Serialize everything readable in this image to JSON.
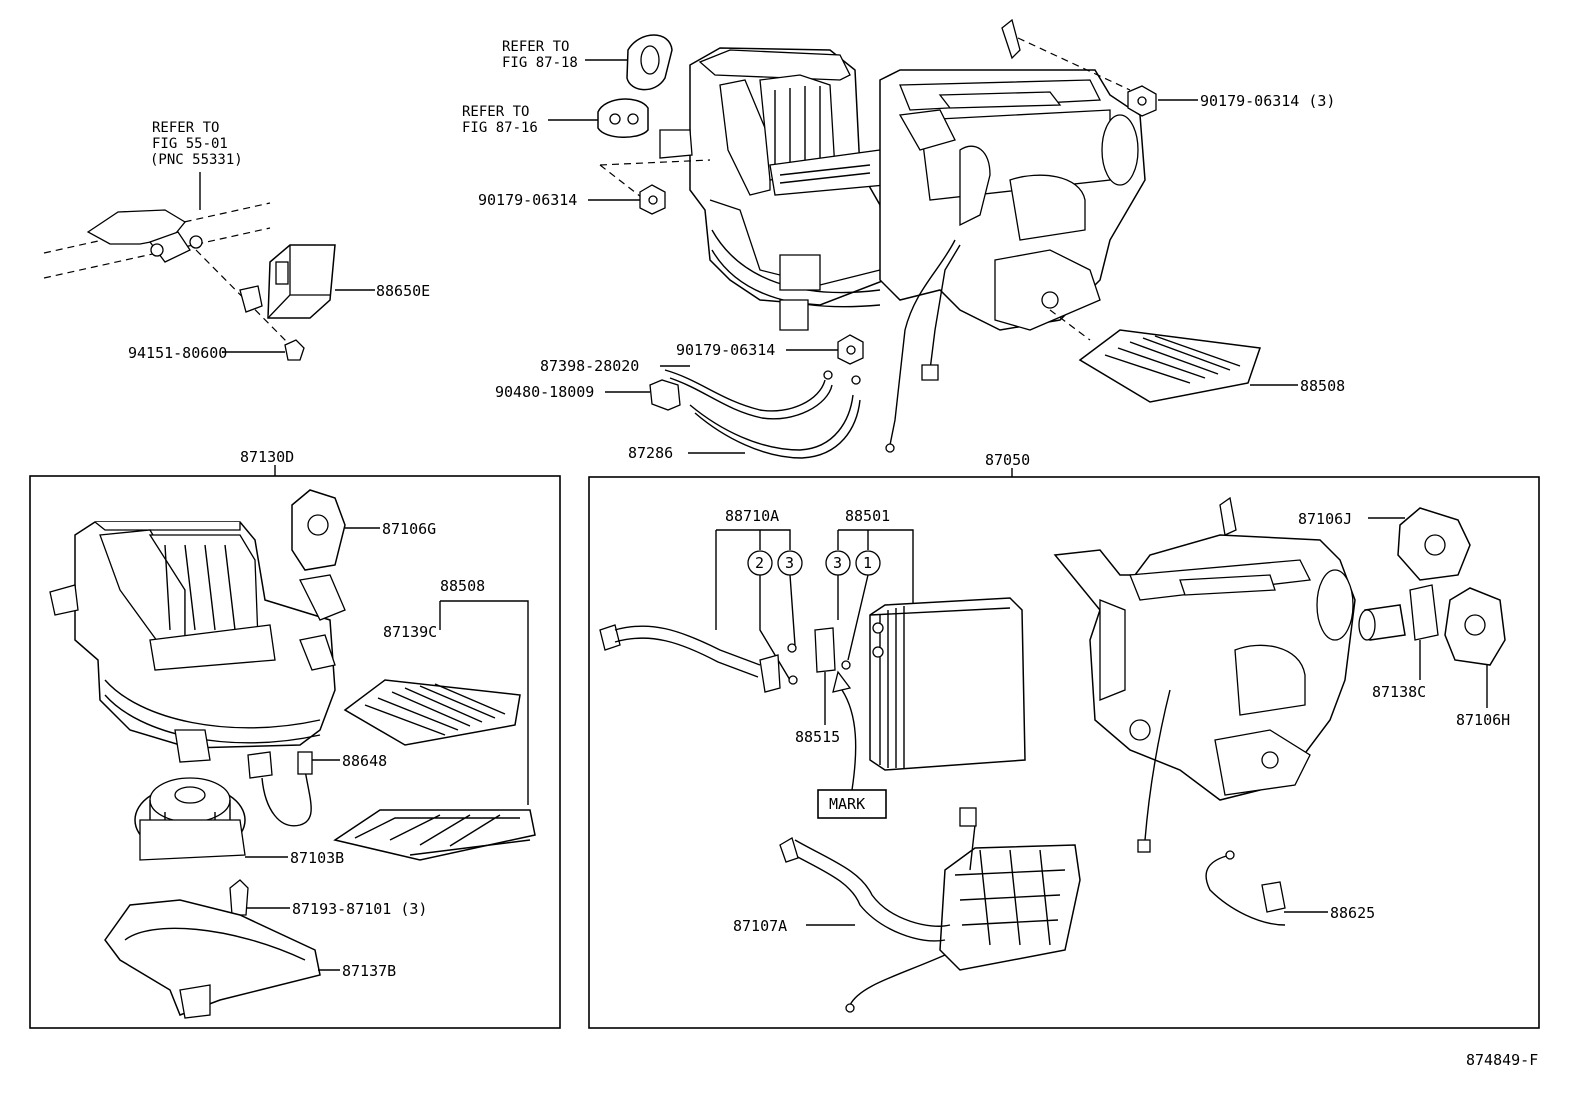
{
  "diagram": {
    "refs": {
      "ref_55_01": {
        "line1": "REFER TO",
        "line2": "FIG 55-01",
        "line3": "(PNC 55331)"
      },
      "ref_87_18": {
        "line1": "REFER TO",
        "line2": "FIG 87-18"
      },
      "ref_87_16": {
        "line1": "REFER TO",
        "line2": "FIG 87-16"
      }
    },
    "labels": {
      "p88650E": "88650E",
      "p94151": "94151-80600",
      "p90179_3": "90179-06314 (3)",
      "p90179_a": "90179-06314",
      "p90179_b": "90179-06314",
      "p87398": "87398-28020",
      "p90480": "90480-18009",
      "p87286": "87286",
      "p88508_top": "88508",
      "p87130D": "87130D",
      "p87050": "87050",
      "p87106G": "87106G",
      "p88508_box": "88508",
      "p87139C": "87139C",
      "p88648": "88648",
      "p87103B": "87103B",
      "p87193": "87193-87101 (3)",
      "p87137B": "87137B",
      "p88710A": "88710A",
      "p88501": "88501",
      "p88515": "88515",
      "mark": "MARK",
      "p87106J": "87106J",
      "p87138C": "87138C",
      "p87106H": "87106H",
      "p88625": "88625",
      "p87107A": "87107A",
      "callout_2": "2",
      "callout_3a": "3",
      "callout_3b": "3",
      "callout_1": "1"
    },
    "figure_id": "874849-F"
  }
}
